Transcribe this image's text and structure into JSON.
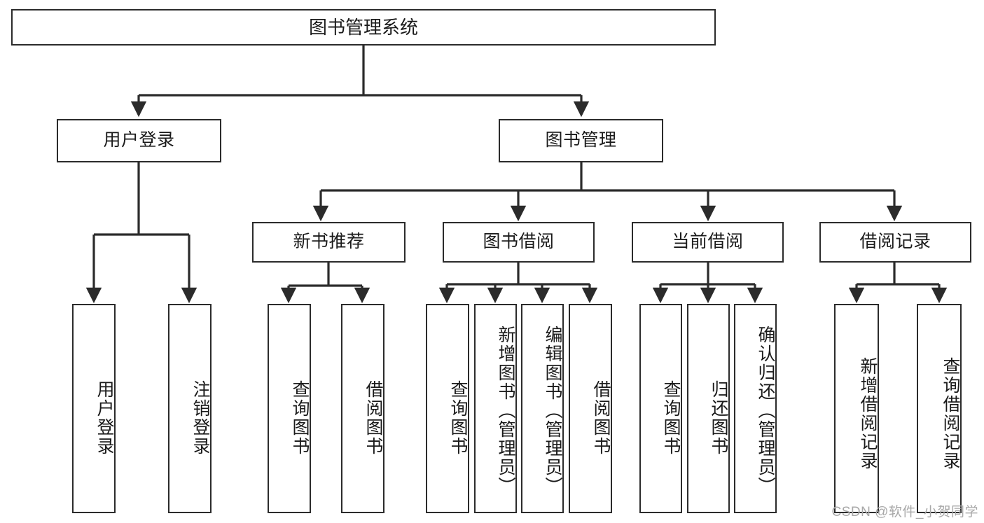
{
  "diagram": {
    "title": "图书管理系统",
    "root": {
      "id": "root",
      "label": "图书管理系统"
    },
    "level2": [
      {
        "id": "user-login",
        "label": "用户登录"
      },
      {
        "id": "book-management",
        "label": "图书管理"
      }
    ],
    "level3": [
      {
        "id": "new-book-recommend",
        "label": "新书推荐"
      },
      {
        "id": "book-borrow",
        "label": "图书借阅"
      },
      {
        "id": "current-borrow",
        "label": "当前借阅"
      },
      {
        "id": "borrow-record",
        "label": "借阅记录"
      }
    ],
    "leaves": [
      {
        "id": "leaf-user-login",
        "label": "用户登录"
      },
      {
        "id": "leaf-logout",
        "label": "注销登录"
      },
      {
        "id": "leaf-query-book-1",
        "label": "查询图书"
      },
      {
        "id": "leaf-borrow-book-1",
        "label": "借阅图书"
      },
      {
        "id": "leaf-query-book-2",
        "label": "查询图书"
      },
      {
        "id": "leaf-add-book",
        "label": "新增图书（管理员）"
      },
      {
        "id": "leaf-edit-book",
        "label": "编辑图书（管理员）"
      },
      {
        "id": "leaf-borrow-book-2",
        "label": "借阅图书"
      },
      {
        "id": "leaf-query-book-3",
        "label": "查询图书"
      },
      {
        "id": "leaf-return-book",
        "label": "归还图书"
      },
      {
        "id": "leaf-confirm-return",
        "label": "确认归还（管理员）"
      },
      {
        "id": "leaf-add-record",
        "label": "新增借阅记录"
      },
      {
        "id": "leaf-query-record",
        "label": "查询借阅记录"
      }
    ],
    "colors": {
      "line": "#2b2b2b",
      "box_border": "#2b2b2b",
      "box_fill": "#ffffff",
      "text": "#1a1a1a",
      "watermark": "#a8a8a8",
      "background": "#ffffff"
    }
  },
  "watermark": {
    "text": "CSDN @软件_小贺同学"
  }
}
